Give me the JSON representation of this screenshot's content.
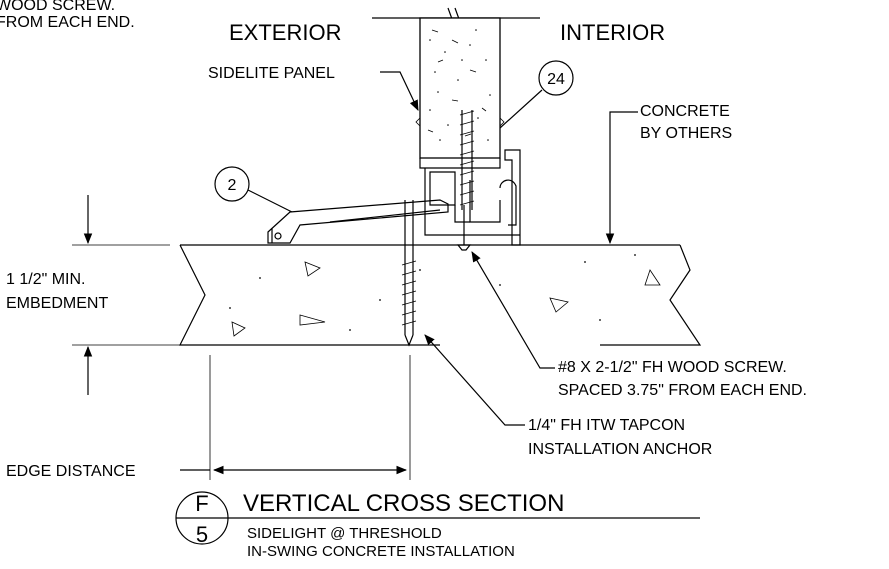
{
  "labels": {
    "top_left_line1": "WOOD SCREW.",
    "top_left_line2": "FROM EACH END.",
    "exterior": "EXTERIOR",
    "interior": "INTERIOR",
    "sidelite_panel": "SIDELITE PANEL",
    "concrete_line1": "CONCRETE",
    "concrete_line2": "BY OTHERS",
    "embedment_line1": "1 1/2\" MIN.",
    "embedment_line2": "EMBEDMENT",
    "screw_line1": "#8 X 2-1/2\" FH WOOD SCREW.",
    "screw_line2": "SPACED 3.75\" FROM EACH END.",
    "tapcon_line1": "1/4\" FH ITW TAPCON",
    "tapcon_line2": "INSTALLATION ANCHOR",
    "edge_distance": "EDGE DISTANCE"
  },
  "callouts": {
    "c24": "24",
    "c2": "2"
  },
  "title_block": {
    "detail_letter": "F",
    "sheet_number": "5",
    "title": "VERTICAL CROSS SECTION",
    "subtitle_line1": "SIDELIGHT @ THRESHOLD",
    "subtitle_line2": "IN-SWING CONCRETE INSTALLATION"
  }
}
